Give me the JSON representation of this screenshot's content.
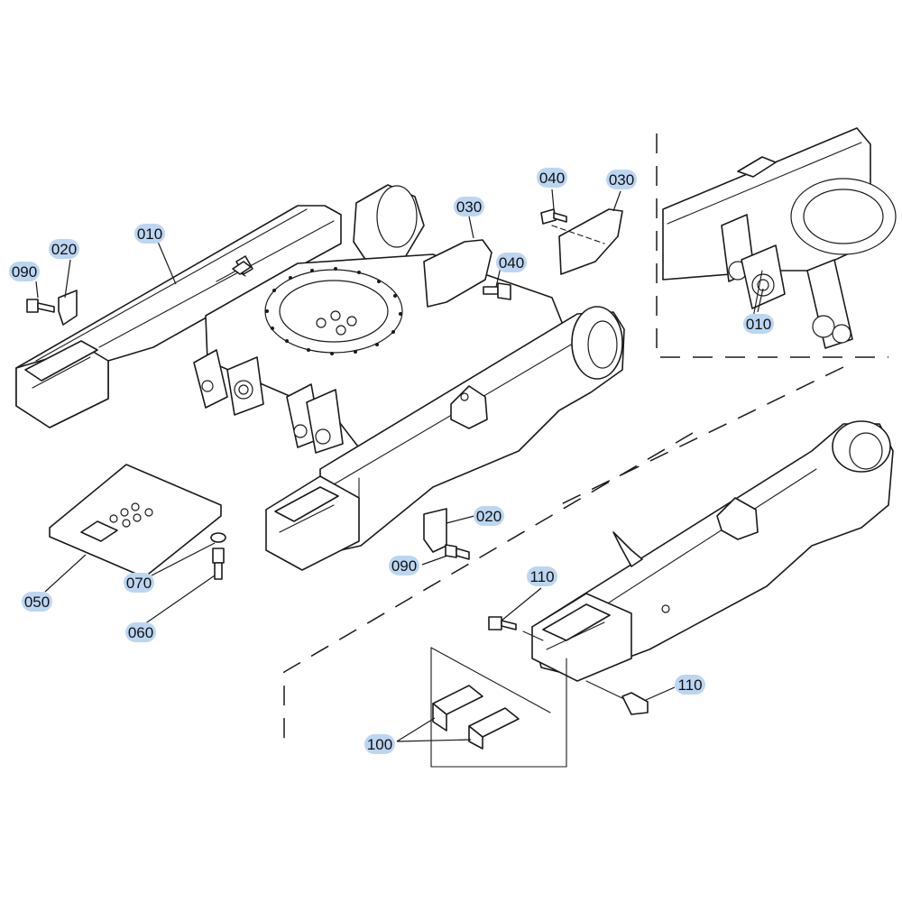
{
  "diagram": {
    "callouts": [
      {
        "id": "c010a",
        "text": "010"
      },
      {
        "id": "c020a",
        "text": "020"
      },
      {
        "id": "c090a",
        "text": "090"
      },
      {
        "id": "c030a",
        "text": "030"
      },
      {
        "id": "c040a",
        "text": "040"
      },
      {
        "id": "c040b",
        "text": "040"
      },
      {
        "id": "c030b",
        "text": "030"
      },
      {
        "id": "c010b",
        "text": "010"
      },
      {
        "id": "c020b",
        "text": "020"
      },
      {
        "id": "c090b",
        "text": "090"
      },
      {
        "id": "c050",
        "text": "050"
      },
      {
        "id": "c070",
        "text": "070"
      },
      {
        "id": "c060",
        "text": "060"
      },
      {
        "id": "c110a",
        "text": "110"
      },
      {
        "id": "c110b",
        "text": "110"
      },
      {
        "id": "c100",
        "text": "100"
      }
    ]
  },
  "colors": {
    "callout_highlight": "#bcd6f2",
    "line": "#1a1a1a"
  }
}
